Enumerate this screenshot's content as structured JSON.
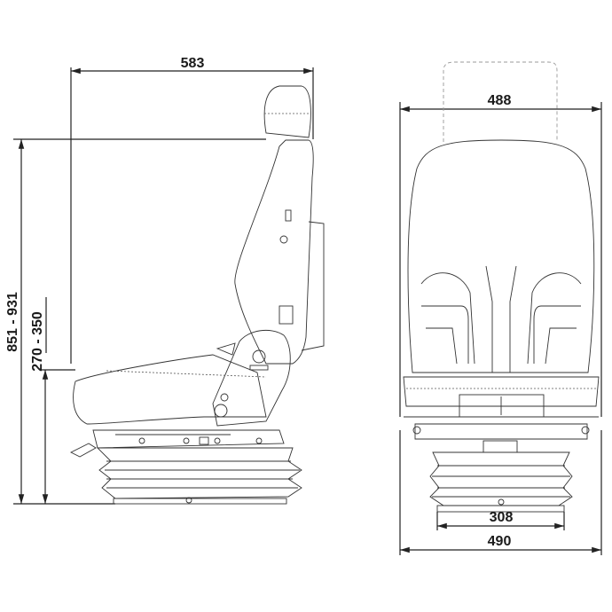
{
  "side_view": {
    "overall_depth": "583",
    "overall_height": "851 - 931",
    "seat_height": "270 - 350"
  },
  "front_view": {
    "backrest_width": "488",
    "base_width": "308",
    "overall_width": "490"
  },
  "colors": {
    "line": "#222222",
    "background": "#ffffff"
  }
}
